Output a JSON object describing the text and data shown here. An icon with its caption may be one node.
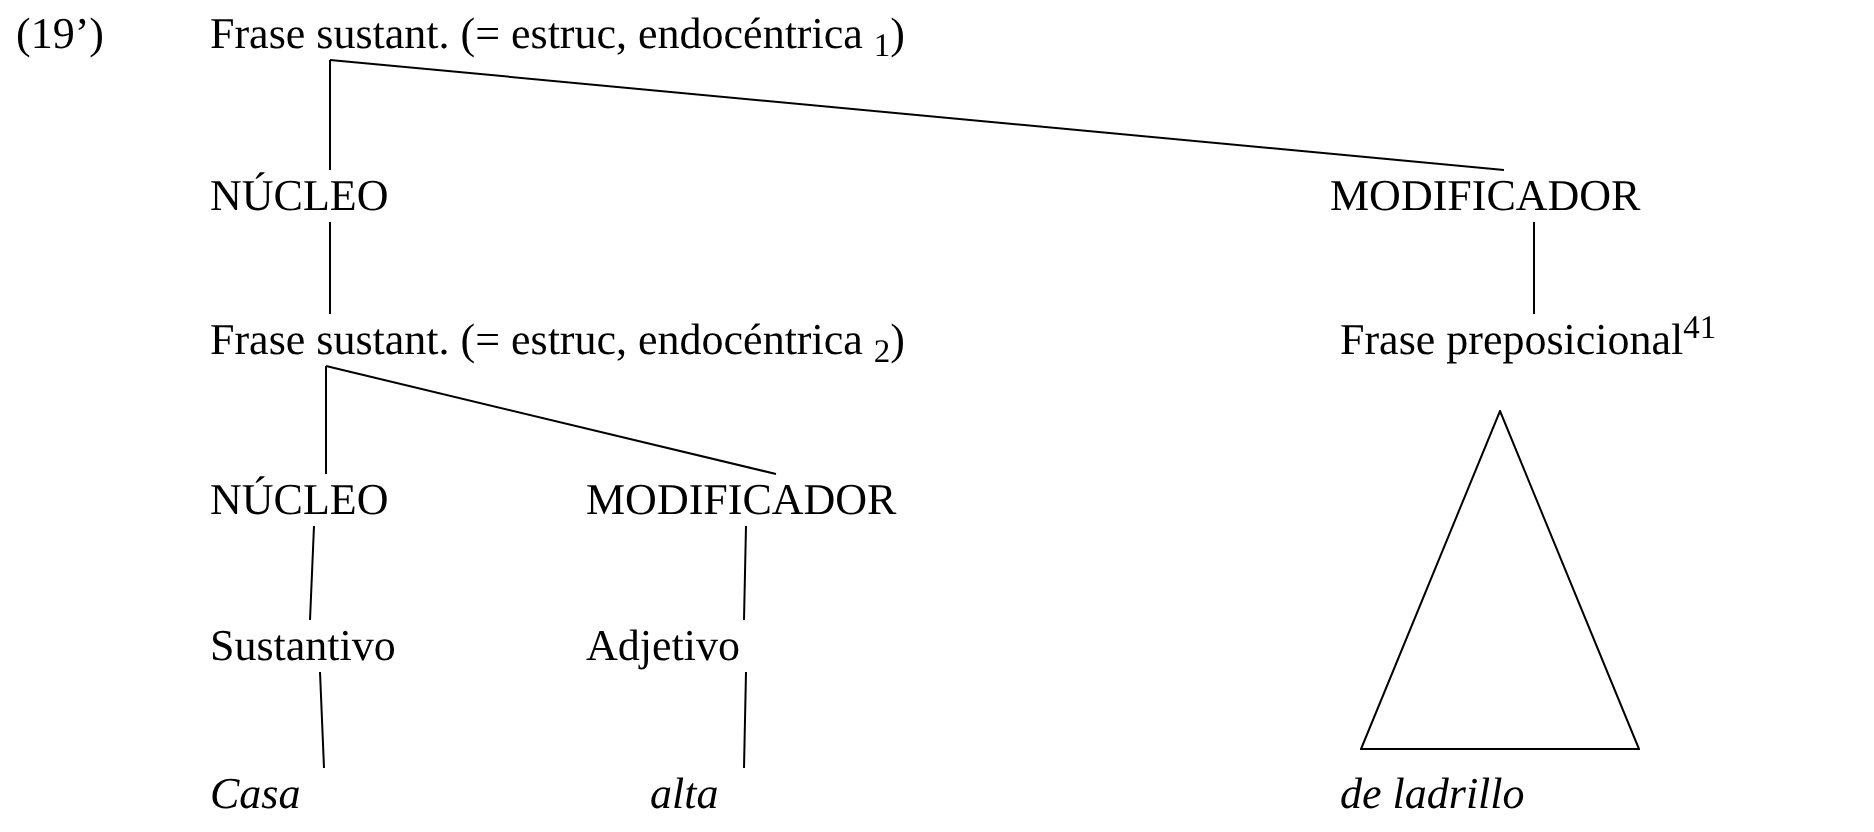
{
  "diagram": {
    "nodes": [
      {
        "text": [
          "Frase sustant. (= estruc, endocéntrica $_{1}$)"
        ]
      },
      {
        "text": [
          "NÚCLEO"
        ]
      },
      {
        "text": [
          "MODIFICADOR"
        ]
      },
      {
        "text": [
          "Frase sustant. (= estruc, endocéntrica $_{2}$)"
        ]
      },
      {
        "text": [
          "Frase preposicional$^{41}$"
        ]
      },
      {
        "text": [
          "NÚCLEO"
        ]
      },
      {
        "text": [
          "MODIFICADOR"
        ]
      },
      {
        "text": [
          "Sustantivo"
        ]
      },
      {
        "text": [
          "Adjetivo"
        ]
      },
      {
        "text": [
          "*Casa*"
        ]
      },
      {
        "text": [
          "*alta*"
        ]
      },
      {
        "text": [],
        "shape": "triangle"
      },
      {
        "text": [
          "*de ladrillo*"
        ]
      }
    ],
    "edges": [
      {
        "from": 0,
        "to": 1,
        "arrow": "none"
      },
      {
        "from": 0,
        "to": 2,
        "arrow": "none"
      },
      {
        "from": 1,
        "to": 3,
        "arrow": "none"
      },
      {
        "from": 2,
        "to": 4,
        "arrow": "none"
      },
      {
        "from": 3,
        "to": 5,
        "arrow": "none"
      },
      {
        "from": 3,
        "to": 6,
        "arrow": "none"
      },
      {
        "from": 5,
        "to": 7,
        "arrow": "none"
      },
      {
        "from": 6,
        "to": 8,
        "arrow": "none"
      },
      {
        "from": 7,
        "to": 9,
        "arrow": "none"
      },
      {
        "from": 8,
        "to": 10,
        "arrow": "none"
      }
    ],
    "labels": [
      "(19’)"
    ]
  }
}
